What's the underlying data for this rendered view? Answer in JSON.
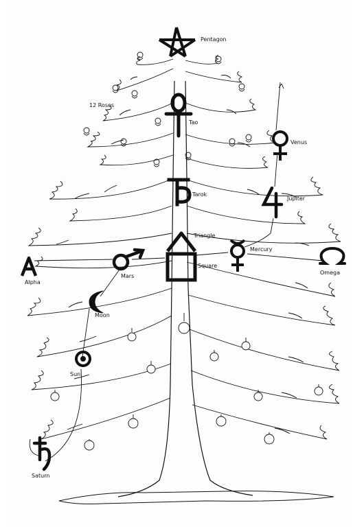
{
  "labels": {
    "pentagon": "Pentagon",
    "roses": "12 Roses",
    "tao": "Tao",
    "venus": "Venus",
    "tarok": "Tarok",
    "jupiter": "Jupiter",
    "triangle": "Triangle",
    "square": "Square",
    "mercury": "Mercury",
    "alpha": "Alpha",
    "mars": "Mars",
    "omega": "Omega",
    "moon": "Moon",
    "sun": "Sun",
    "saturn": "Saturn"
  },
  "glyphs": {
    "alpha": "A",
    "omega": "Ω",
    "jupiter": "4"
  },
  "colors": {
    "ink": "#111111",
    "paper": "#ffffff"
  }
}
